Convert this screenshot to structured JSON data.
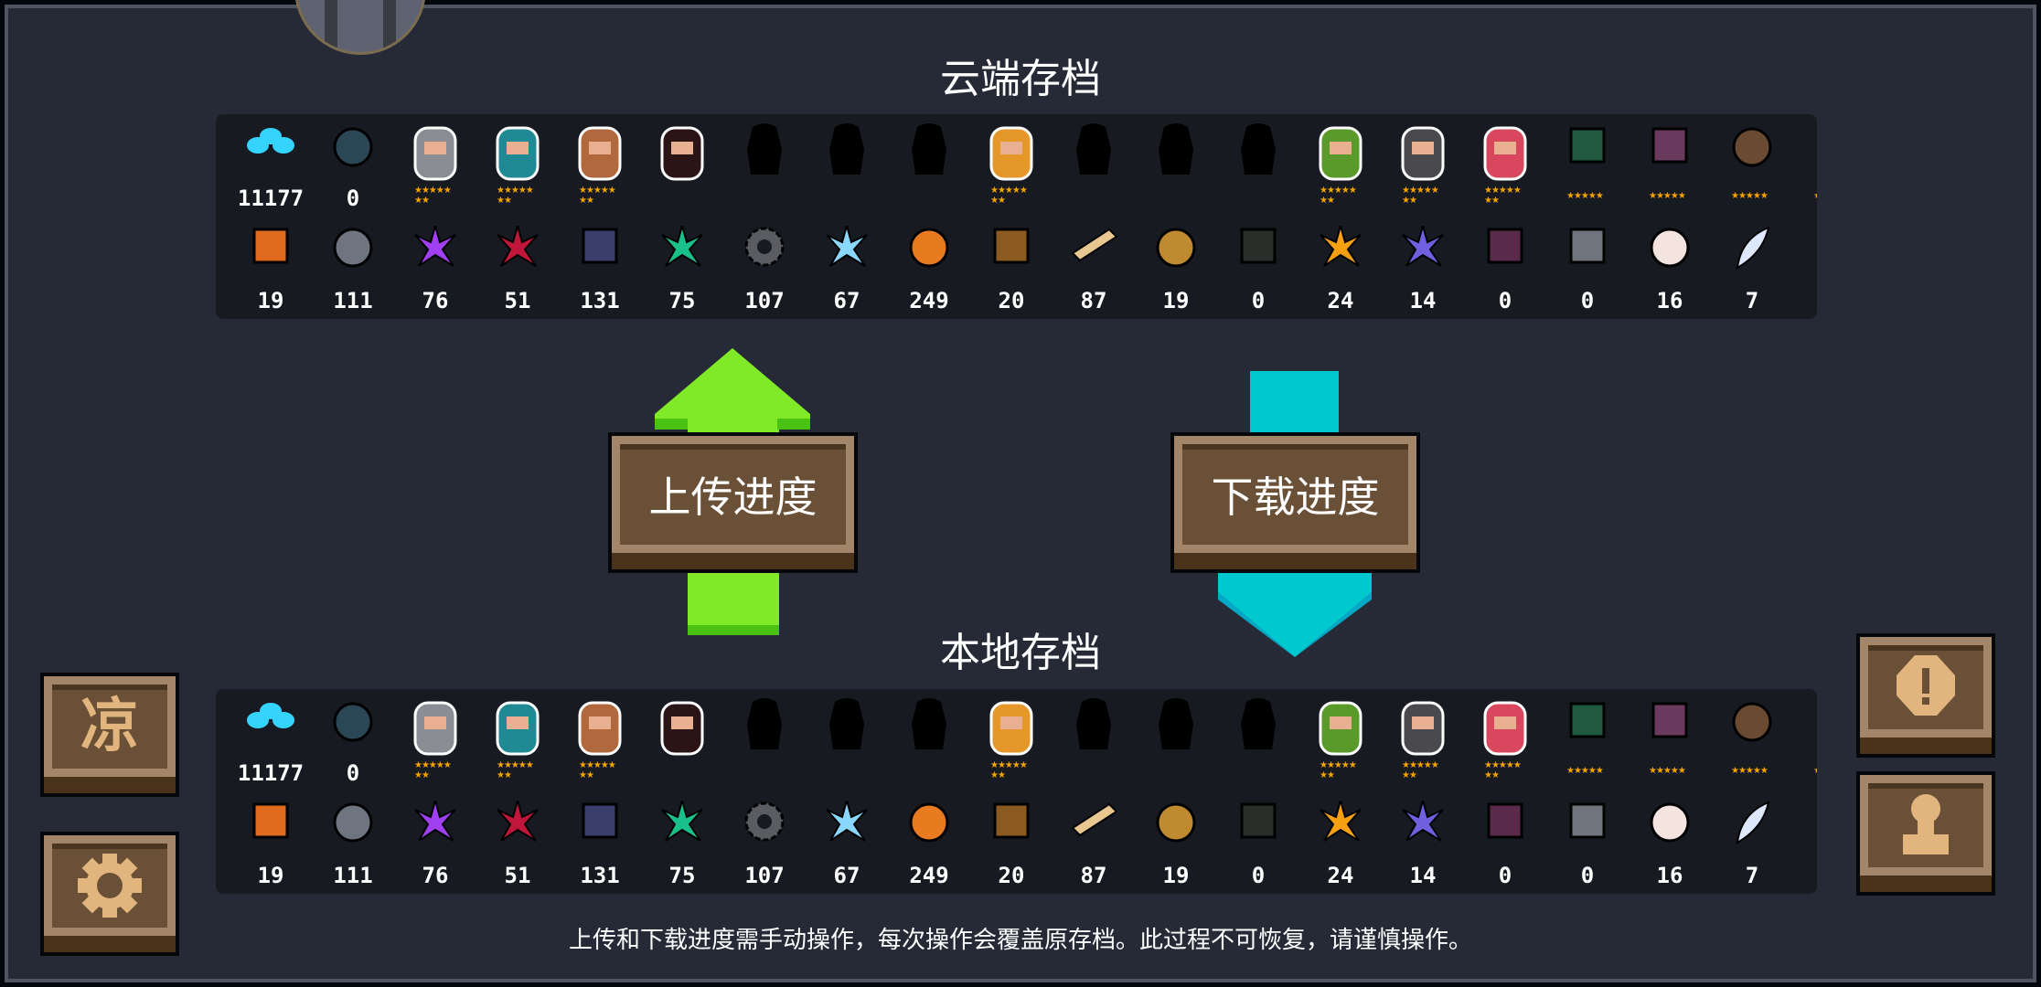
{
  "titles": {
    "cloud": "云端存档",
    "local": "本地存档"
  },
  "buttons": {
    "upload": "上传进度",
    "download": "下载进度",
    "left_top_glyph": "凉",
    "settings_icon": "gear-icon",
    "alert_icon": "exclamation-icon",
    "profile_icon": "person-icon"
  },
  "colors": {
    "background": "#262a36",
    "panel": "#171a21",
    "upload_arrow": "#80ea28",
    "download_arrow": "#00c8cf",
    "wood": "#6a5037",
    "star": "#f5a300"
  },
  "note": "上传和下载进度需手动操作，每次操作会覆盖原存档。此过程不可恢复，请谨慎操作。",
  "row1": [
    {
      "name": "gems",
      "kind": "gem",
      "color": "#35d4ff",
      "value": "11177"
    },
    {
      "name": "fish-token",
      "kind": "round",
      "color": "#2b4756",
      "value": "0"
    },
    {
      "name": "knight",
      "kind": "char",
      "color": "#8a8d94",
      "stars": "★★★★★\n★★"
    },
    {
      "name": "rogue",
      "kind": "char",
      "color": "#1f8a93",
      "stars": "★★★★★\n★★"
    },
    {
      "name": "wizard",
      "kind": "char",
      "color": "#b0683c",
      "stars": "★★★★★\n★★"
    },
    {
      "name": "assassin",
      "kind": "char",
      "color": "#2a1416"
    },
    {
      "name": "locked-character",
      "kind": "silhouette"
    },
    {
      "name": "locked-character",
      "kind": "silhouette"
    },
    {
      "name": "locked-character",
      "kind": "silhouette"
    },
    {
      "name": "paladin",
      "kind": "char",
      "color": "#e5972a",
      "stars": "★★★★★\n★★"
    },
    {
      "name": "locked-character",
      "kind": "silhouette"
    },
    {
      "name": "locked-character",
      "kind": "silhouette"
    },
    {
      "name": "locked-character",
      "kind": "silhouette"
    },
    {
      "name": "druid",
      "kind": "char",
      "color": "#5a9a2a",
      "stars": "★★★★★\n★★"
    },
    {
      "name": "robot",
      "kind": "char",
      "color": "#4a4a4e",
      "stars": "★★★★★\n★★"
    },
    {
      "name": "berserker",
      "kind": "char",
      "color": "#d8475d",
      "stars": "★★★★★\n★★"
    },
    {
      "name": "green-cabinet",
      "kind": "box",
      "color": "#1f5a3e",
      "stars": "★★★★★"
    },
    {
      "name": "books",
      "kind": "box",
      "color": "#6a3a5e",
      "stars": "★★★★★"
    },
    {
      "name": "barrel",
      "kind": "round",
      "color": "#6a4a30",
      "stars": "★★★★★"
    },
    {
      "name": "partial-item",
      "kind": "none",
      "stars": "★"
    }
  ],
  "row2": [
    {
      "name": "e-card",
      "kind": "box",
      "color": "#e06a1e",
      "value": "19"
    },
    {
      "name": "ore",
      "kind": "round",
      "color": "#6e7480",
      "value": "111"
    },
    {
      "name": "purple-crystal",
      "kind": "crystal",
      "color": "#a040f0",
      "value": "76"
    },
    {
      "name": "red-crystal",
      "kind": "crystal",
      "color": "#c0163a",
      "value": "51"
    },
    {
      "name": "battery",
      "kind": "box",
      "color": "#3a3e6a",
      "value": "131"
    },
    {
      "name": "green-crystal",
      "kind": "crystal",
      "color": "#1ac08a",
      "value": "75"
    },
    {
      "name": "gear-part",
      "kind": "gear",
      "color": "#5a5c62",
      "value": "107"
    },
    {
      "name": "ice-crystal",
      "kind": "crystal",
      "color": "#8ad8ff",
      "value": "67"
    },
    {
      "name": "amber-ore",
      "kind": "round",
      "color": "#e87a20",
      "value": "249"
    },
    {
      "name": "horn",
      "kind": "box",
      "color": "#8a5a20",
      "value": "20"
    },
    {
      "name": "wood-plank",
      "kind": "plank",
      "color": "#e8c890",
      "value": "87"
    },
    {
      "name": "scrap",
      "kind": "round",
      "color": "#c08a30",
      "value": "19"
    },
    {
      "name": "green-terminal",
      "kind": "box",
      "color": "#2a2e2a",
      "value": "0"
    },
    {
      "name": "fire-crystal",
      "kind": "crystal",
      "color": "#f5a010",
      "value": "24"
    },
    {
      "name": "violet-crystal",
      "kind": "crystal",
      "color": "#7060e0",
      "value": "14"
    },
    {
      "name": "totem",
      "kind": "box",
      "color": "#5a2a4a",
      "value": "0"
    },
    {
      "name": "red-device",
      "kind": "box",
      "color": "#70747c",
      "value": "0"
    },
    {
      "name": "pouch",
      "kind": "round",
      "color": "#f4e4e0",
      "value": "16"
    },
    {
      "name": "feather",
      "kind": "feather",
      "color": "#dde8ff",
      "value": "7"
    },
    {
      "name": "partial-item",
      "kind": "none"
    }
  ]
}
